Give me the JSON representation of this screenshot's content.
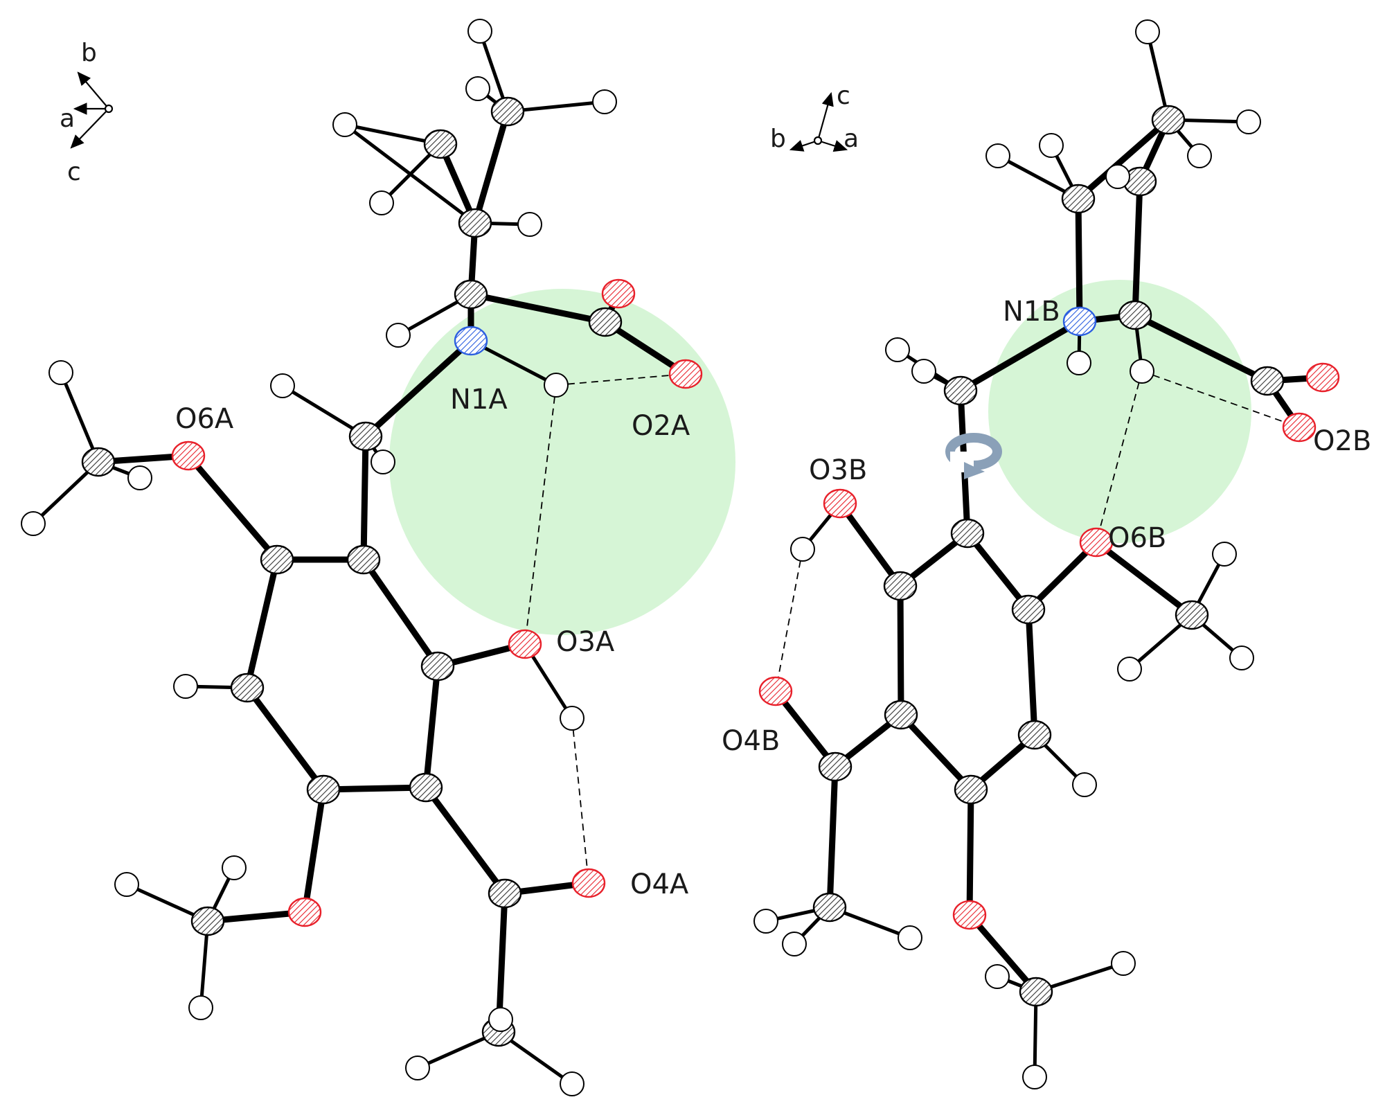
{
  "labels": {
    "molA": {
      "n1": "N1A",
      "o2": "O2A",
      "o3": "O3A",
      "o4": "O4A",
      "o6": "O6A"
    },
    "molB": {
      "n1": "N1B",
      "o2": "O2B",
      "o3": "O3B",
      "o4": "O4B",
      "o6": "O6B"
    },
    "axes_left": {
      "a": "a",
      "b": "b",
      "c": "c"
    },
    "axes_right": {
      "a": "a",
      "b": "b",
      "c": "c"
    }
  },
  "colors": {
    "carbon": "#d9d9d9",
    "oxygen": "#e8202a",
    "nitrogen": "#2c5fe0",
    "hydrogen": "#ffffff",
    "highlight": "#d6f5d6",
    "bond": "#000000",
    "arrow": "#8aa0b8"
  }
}
